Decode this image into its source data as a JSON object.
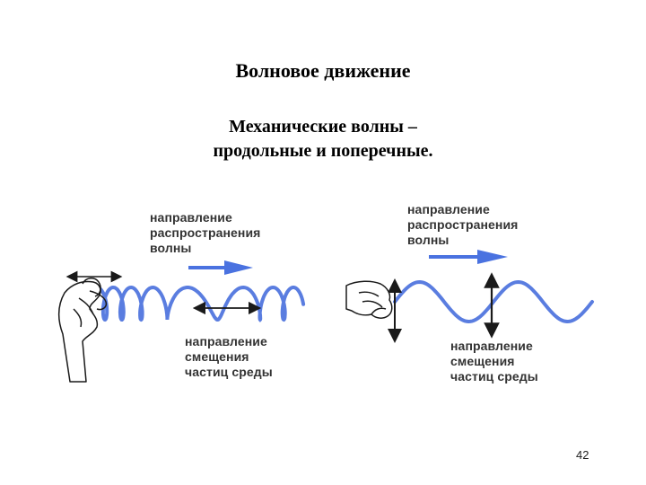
{
  "slide": {
    "title": "Волновое движение",
    "subtitle_lines": [
      "Механические волны –",
      "продольные и поперечные."
    ],
    "page_number": "42"
  },
  "longitudinal": {
    "propagation_label": [
      "направление",
      "распространения",
      "волны"
    ],
    "displacement_label": [
      "направление",
      "смещения",
      "частиц среды"
    ]
  },
  "transverse": {
    "propagation_label": [
      "направление",
      "распространения",
      "волны"
    ],
    "displacement_label": [
      "направление",
      "смещения",
      "частиц среды"
    ]
  },
  "colors": {
    "wave": "#5a7de0",
    "arrow": "#4a72e0",
    "ink": "#1a1a1a"
  }
}
